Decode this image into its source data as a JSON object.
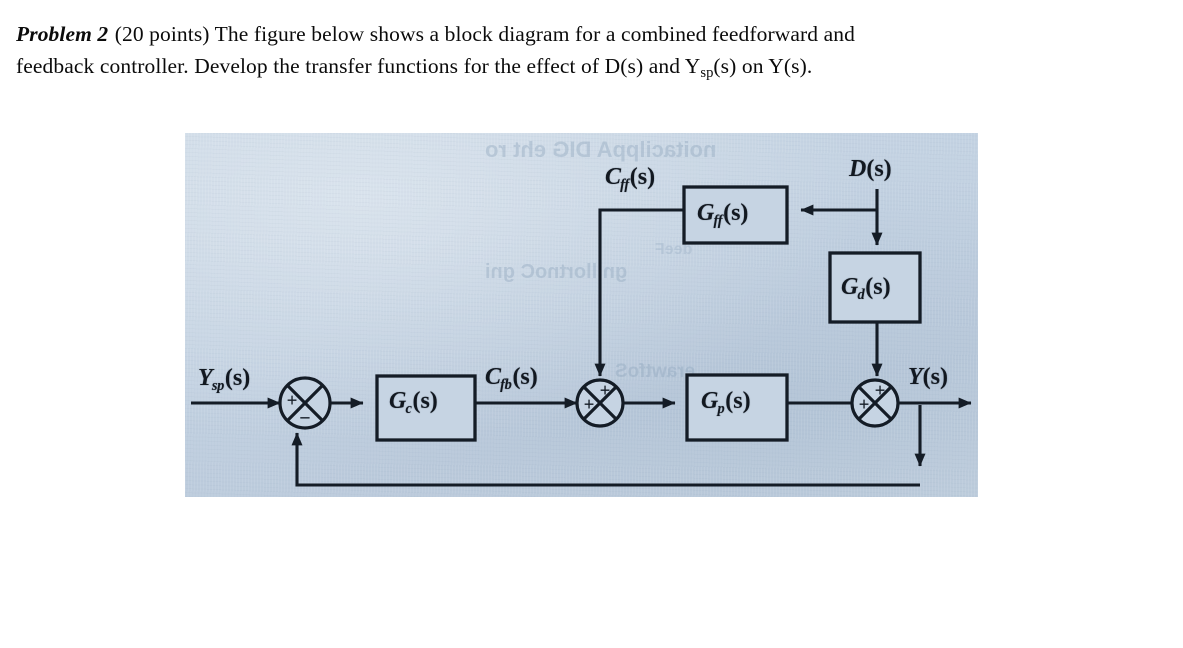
{
  "problem": {
    "label": "Problem 2",
    "points": "(20 points)",
    "line1_rest": " The figure below shows a block diagram for a combined feedforward and",
    "line2_a": "feedback controller. Develop the transfer functions for the effect of D(s) and Y",
    "line2_sub": "sp",
    "line2_b": "(s) on Y(s)."
  },
  "figure": {
    "background_color": "#c2d1e1",
    "ink_color": "#141c26",
    "bleed_through": [
      "noitacilppA DIG eht ro",
      "gnillortnoC gni",
      "erawtfoS",
      "deeF"
    ],
    "signals": {
      "setpoint": {
        "base": "Y",
        "sub": "sp",
        "tail": "(s)"
      },
      "feedback_controller_output": {
        "base": "C",
        "sub": "fb",
        "tail": "(s)"
      },
      "feedforward_controller_output": {
        "base": "C",
        "sub": "ff",
        "tail": "(s)"
      },
      "disturbance": {
        "base": "D",
        "sub": "",
        "tail": "(s)"
      },
      "output": {
        "base": "Y",
        "sub": "",
        "tail": "(s)"
      }
    },
    "blocks": [
      {
        "id": "gc",
        "base": "G",
        "sub": "c",
        "tail": "(s)"
      },
      {
        "id": "gp",
        "base": "G",
        "sub": "p",
        "tail": "(s)"
      },
      {
        "id": "gff",
        "base": "G",
        "sub": "ff",
        "tail": "(s)"
      },
      {
        "id": "gd",
        "base": "G",
        "sub": "d",
        "tail": "(s)"
      }
    ],
    "summers": [
      {
        "id": "sum1",
        "signs": {
          "left": "+",
          "bottom": "−"
        }
      },
      {
        "id": "sum2",
        "signs": {
          "left": "+",
          "top": "+"
        }
      },
      {
        "id": "sum3",
        "signs": {
          "left": "+",
          "top": "+"
        }
      }
    ]
  }
}
